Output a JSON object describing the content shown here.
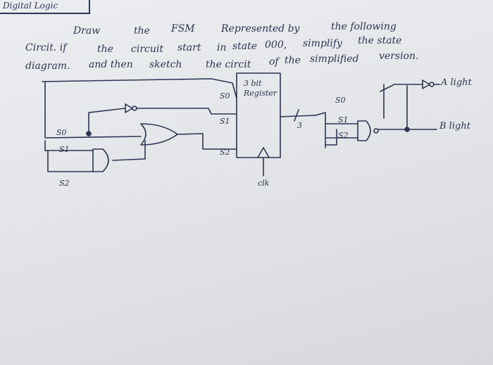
{
  "header_tag": "Digital Logic",
  "question": {
    "line1": [
      "Draw",
      "the",
      "FSM",
      "Represented by",
      "the following"
    ],
    "line2": [
      "Circit. if",
      "the",
      "circuit",
      "start",
      "in",
      "state",
      "000,",
      "simplify",
      "the state"
    ],
    "line3": [
      "diagram.",
      "and then",
      "sketch",
      "the circit",
      "of",
      "the",
      "simplified",
      "version."
    ]
  },
  "circuit": {
    "register_label": [
      "3 bit",
      "Register"
    ],
    "clock_label": "clk",
    "bus_width": "3",
    "inputs_left": [
      "S0",
      "S1",
      "S2"
    ],
    "register_ports": [
      "S0",
      "S1",
      "S2"
    ],
    "right_taps": [
      "S0",
      "S1",
      "S2"
    ],
    "outputs": [
      "A light",
      "B light"
    ]
  },
  "colors": {
    "ink": "#2b3552",
    "paper": "#e8e9ec"
  }
}
